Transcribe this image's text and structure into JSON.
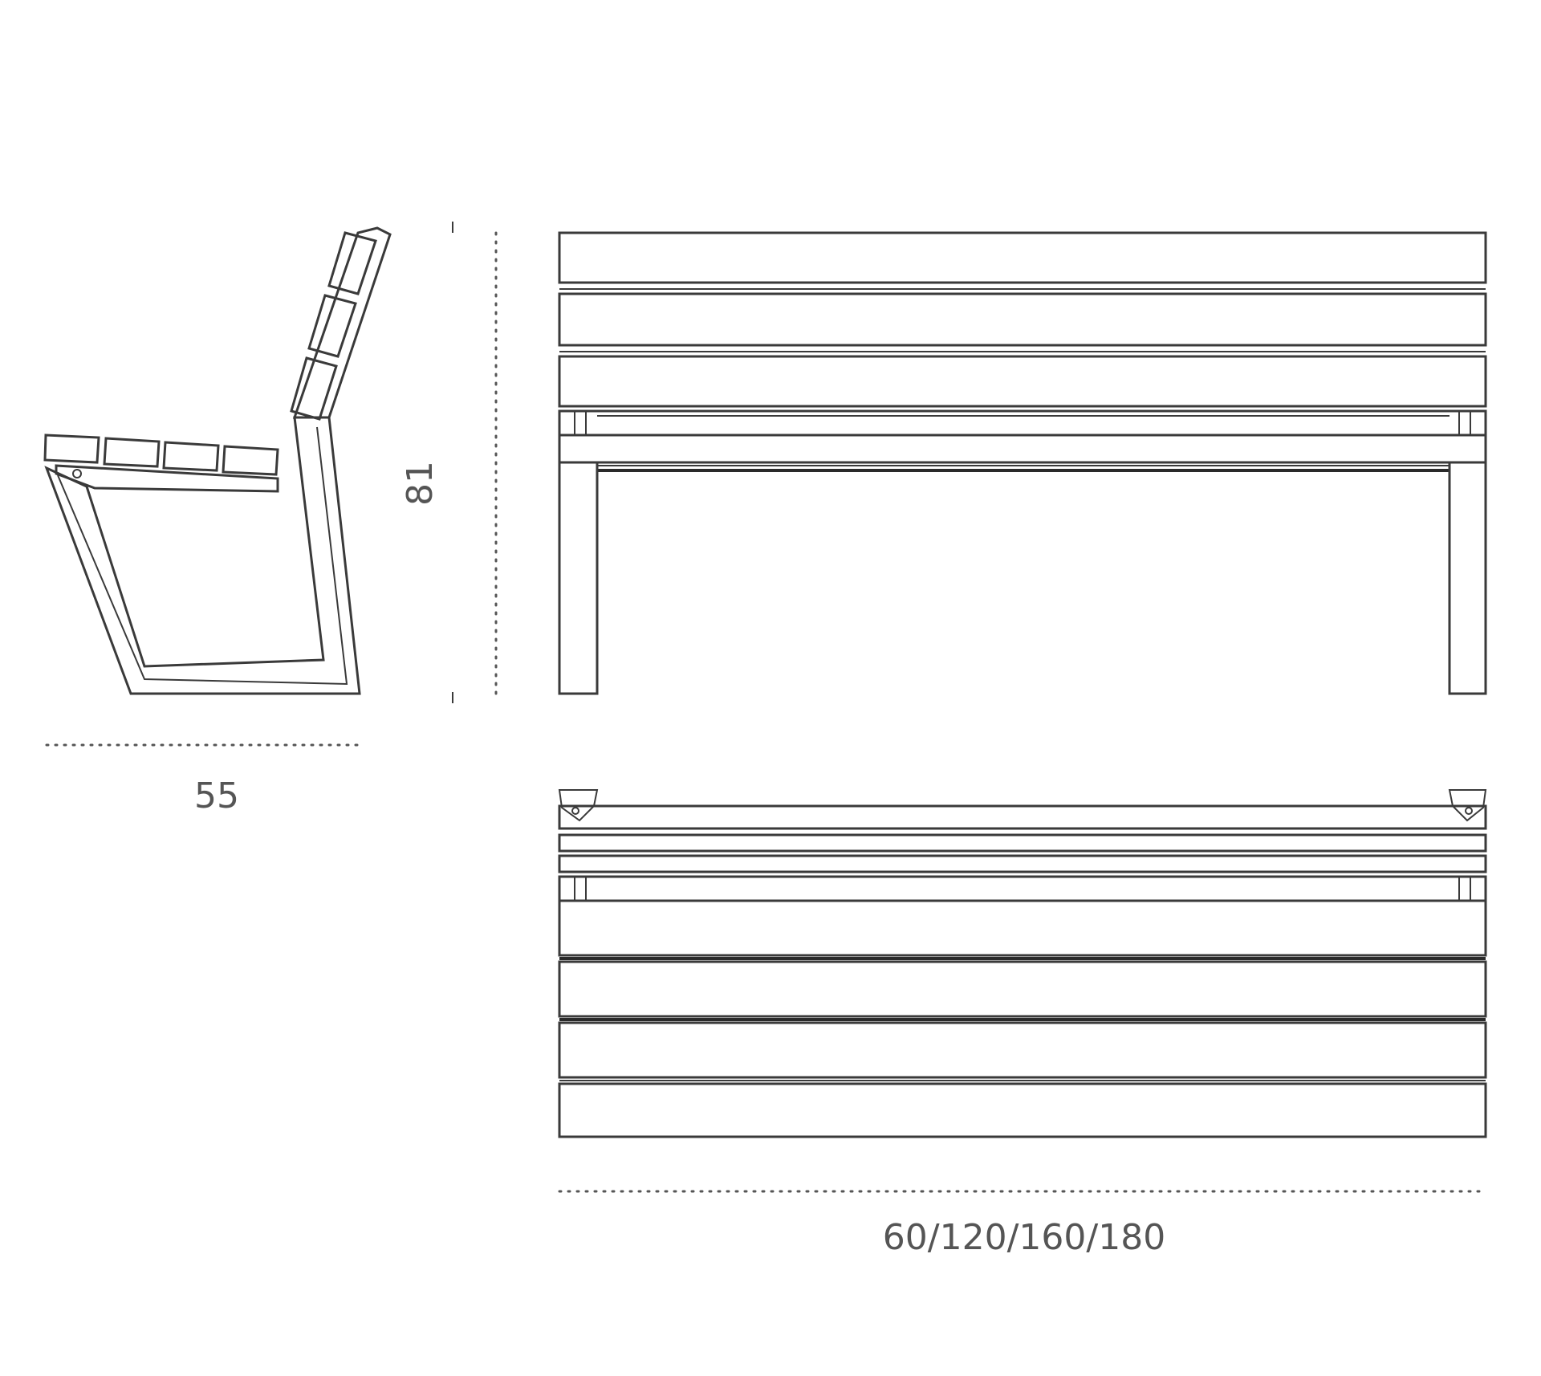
{
  "dimensions": {
    "depth_label": "55",
    "height_label": "81",
    "length_label": "60/120/160/180"
  }
}
